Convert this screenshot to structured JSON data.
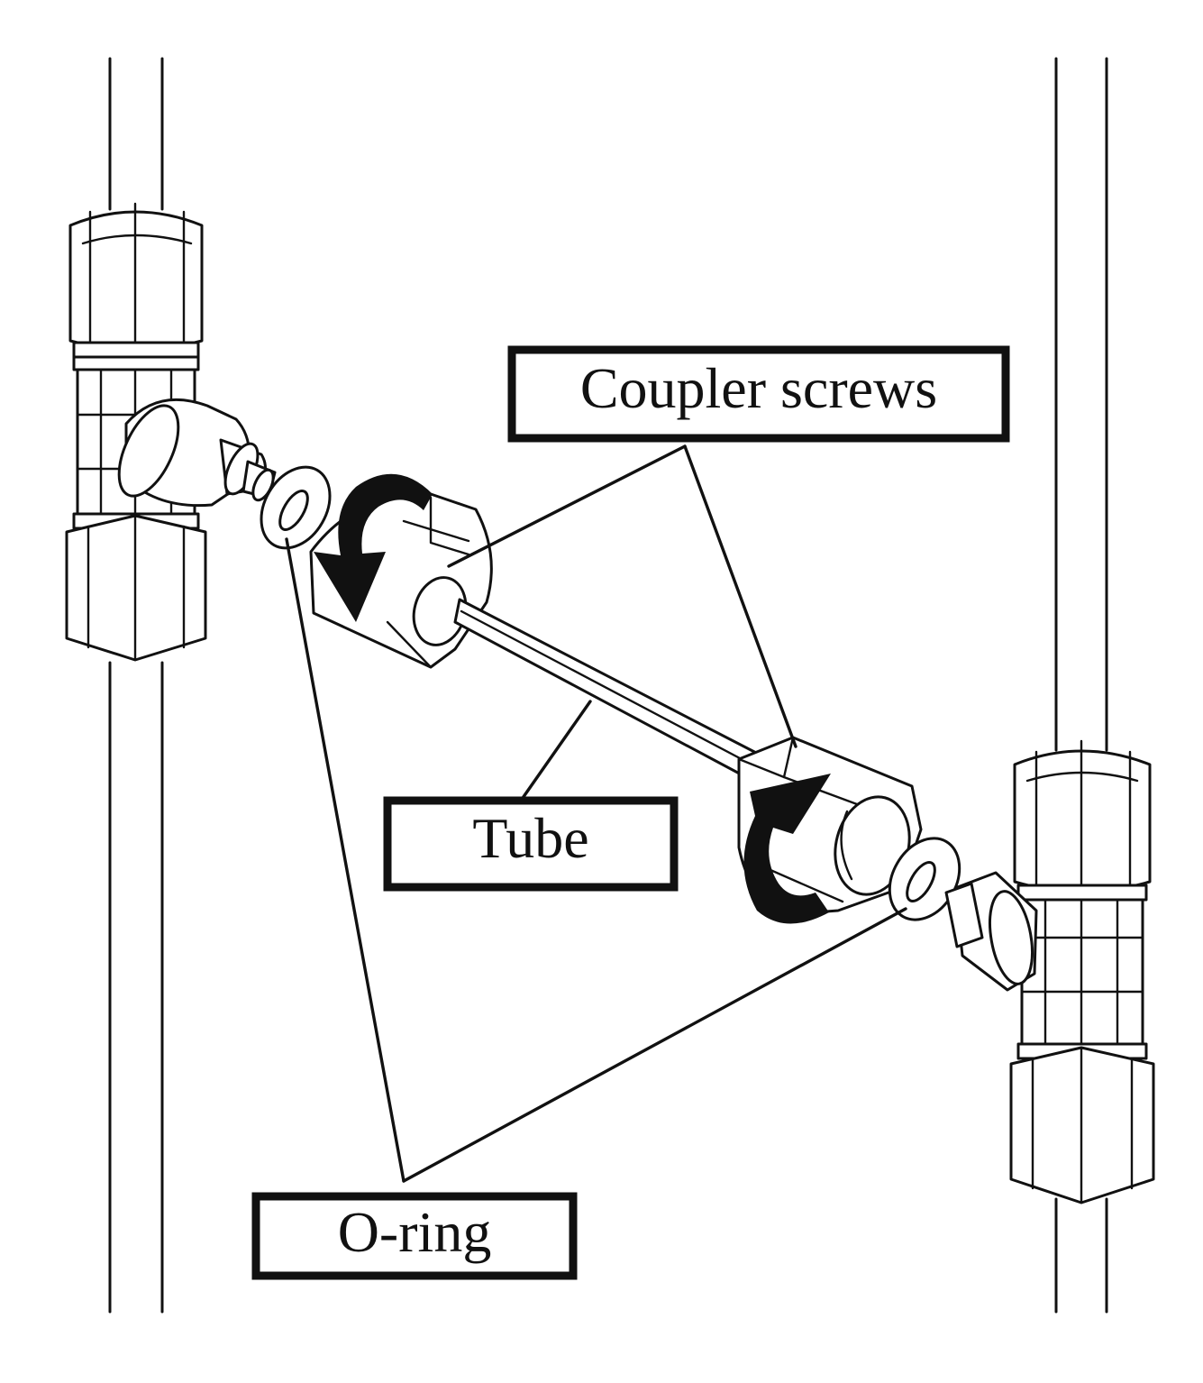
{
  "labels": {
    "coupler_screws": "Coupler screws",
    "tube": "Tube",
    "o_ring": "O-ring"
  },
  "colors": {
    "line": "#111111",
    "background": "#ffffff"
  }
}
